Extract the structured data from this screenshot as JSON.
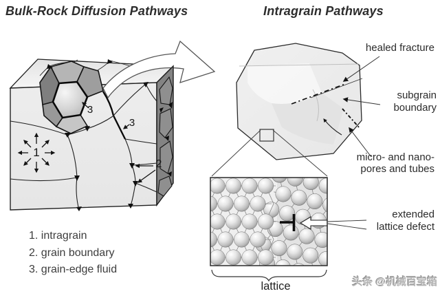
{
  "titles": {
    "left": "Bulk-Rock Diffusion Pathways",
    "right": "Intragrain Pathways"
  },
  "cube": {
    "label_intragrain": "1",
    "label_grain_edge_fluid_upper": "3",
    "label_grain_edge_fluid_right": "3",
    "label_grain_boundary": "2"
  },
  "legend": {
    "items": [
      "1. intragrain",
      "2. grain boundary",
      "3. grain-edge fluid"
    ]
  },
  "annotations": {
    "healed_fracture": "healed fracture",
    "subgrain_line1": "subgrain",
    "subgrain_line2": "boundary",
    "micro_nano_line1": "micro- and nano-",
    "micro_nano_line2": "pores and tubes",
    "extended_line1": "extended",
    "extended_line2": "lattice defect",
    "lattice": "lattice"
  },
  "watermark": "头条 @机械百宝箱",
  "colors": {
    "background": "#ffffff",
    "ink": "#2c2c2c",
    "cube_front": "#e9e9e9",
    "cube_side": "#838383",
    "grain_fill": "#ededed"
  }
}
